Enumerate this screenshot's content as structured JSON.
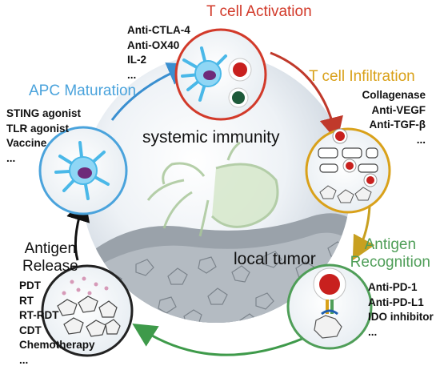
{
  "colors": {
    "t_cell_activation": "#d23a2a",
    "t_cell_infiltration": "#d9a11a",
    "antigen_recognition": "#4f9e58",
    "antigen_release": "#222222",
    "apc_maturation": "#4aa3dc",
    "arrow_red": "#c0392b",
    "arrow_yellow": "#c8a020",
    "arrow_green": "#3e9a4a",
    "arrow_black": "#111111",
    "arrow_blue": "#3a8fd0",
    "cell_membrane": "#4ab8e8",
    "nucleus_red": "#c8201e",
    "nucleus_green": "#1e5a3a"
  },
  "center": {
    "upper_label": "systemic immunity",
    "lower_label": "local tumor"
  },
  "stages": {
    "t_cell_activation": {
      "title": "T cell Activation",
      "agents": [
        "Anti-CTLA-4",
        "Anti-OX40",
        "IL-2",
        "..."
      ]
    },
    "t_cell_infiltration": {
      "title": "T cell Infiltration",
      "agents": [
        "Collagenase",
        "Anti-VEGF",
        "Anti-TGF-β",
        "..."
      ]
    },
    "antigen_recognition": {
      "title_line1": "Antigen",
      "title_line2": "Recognition",
      "agents": [
        "Anti-PD-1",
        "Anti-PD-L1",
        "IDO inhibitor",
        "..."
      ]
    },
    "antigen_release": {
      "title_line1": "Antigen",
      "title_line2": "Release",
      "agents": [
        "PDT",
        "RT",
        "RT-RDT",
        "CDT",
        "Chemotherapy",
        "..."
      ]
    },
    "apc_maturation": {
      "title": "APC Maturation",
      "agents": [
        "STING agonist",
        "TLR agonist",
        "Vaccine",
        "..."
      ]
    }
  }
}
